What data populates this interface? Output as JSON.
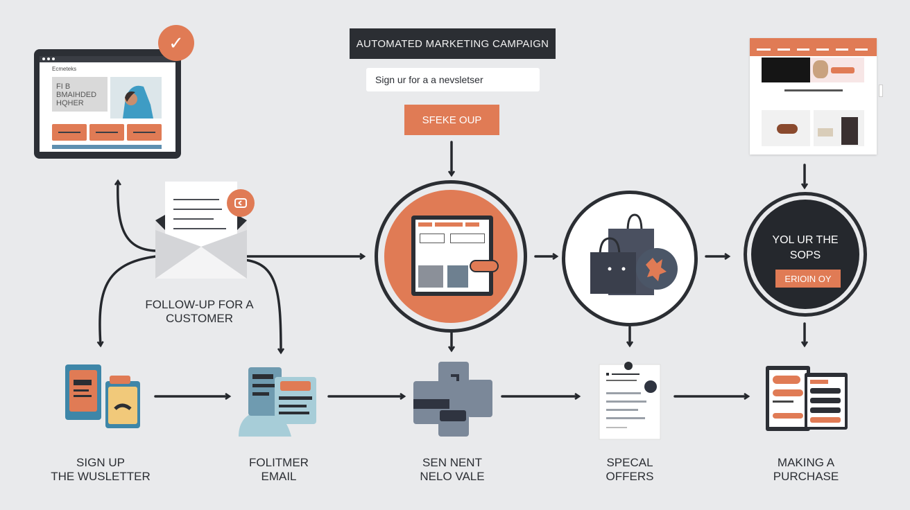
{
  "header": {
    "title": "AUTOMATED MARKETING CAMPAIGN",
    "signup_field_text": "Sign ur for a a nevsletser",
    "cta_label": "SFEKE OUP"
  },
  "laptop": {
    "site_name": "Ecmeteks",
    "headline_line1": "FI B BMAIHDED",
    "headline_line2": "HQHER"
  },
  "followup": {
    "label_line1": "FOLLOW-UP FOR A",
    "label_line2": "CUSTOMER"
  },
  "shop_circle": {
    "text_line1": "YOL UR THE",
    "text_line2": "SOPS",
    "button_label": "ERIOIN OY"
  },
  "steps": [
    {
      "line1": "SIGN UP",
      "line2": "THE WUSLETTER"
    },
    {
      "line1": "FOLITMER",
      "line2": "EMAIL"
    },
    {
      "line1": "SEN NENT",
      "line2": "NELO VALE"
    },
    {
      "line1": "SPECAL",
      "line2": "OFFERS"
    },
    {
      "line1": "MAKING A",
      "line2": "PURCHASE"
    }
  ],
  "colors": {
    "accent": "#e07b55",
    "dark": "#2b2e33",
    "background": "#e9eaec",
    "teal": "#a7cdd8",
    "slate": "#7b8899"
  }
}
